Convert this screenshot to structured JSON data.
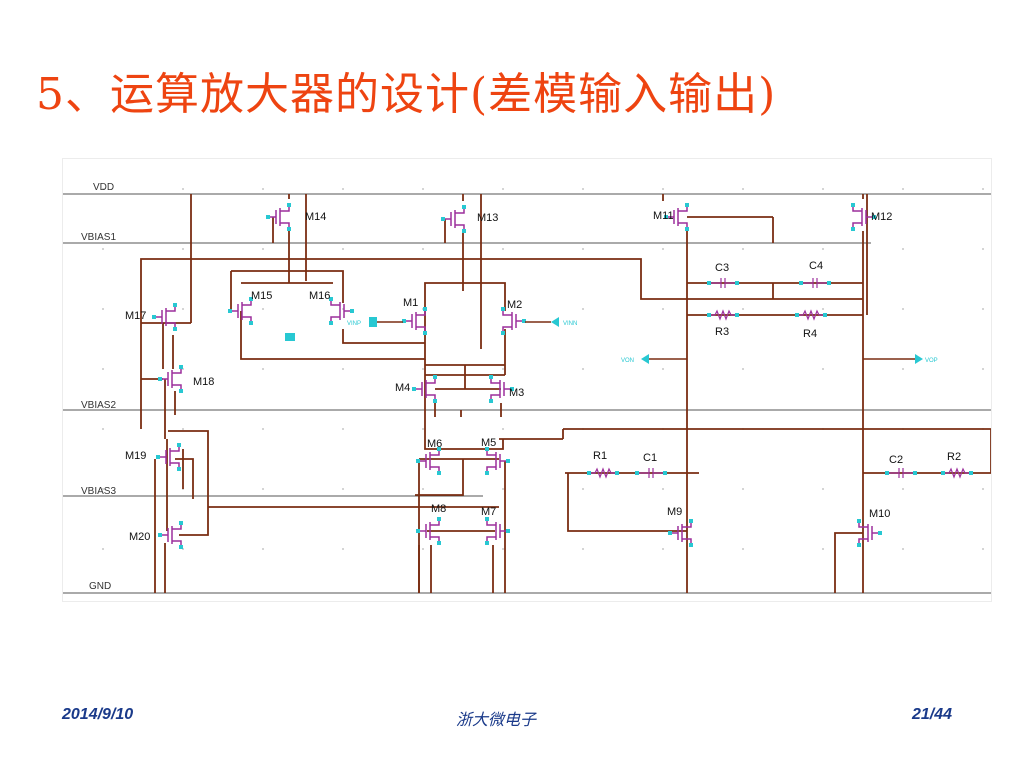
{
  "slide": {
    "title": "5、运算放大器的设计(差模输入输出)",
    "date": "2014/9/10",
    "org": "浙大微电子",
    "page": "21/44"
  },
  "schematic": {
    "rails": {
      "vdd": "VDD",
      "vbias1": "VBIAS1",
      "vbias2": "VBIAS2",
      "vbias3": "VBIAS3",
      "gnd": "GND"
    },
    "transistors": [
      "M1",
      "M2",
      "M3",
      "M4",
      "M5",
      "M6",
      "M7",
      "M8",
      "M9",
      "M10",
      "M11",
      "M12",
      "M13",
      "M14",
      "M15",
      "M16",
      "M17",
      "M18",
      "M19",
      "M20"
    ],
    "capacitors": [
      "C1",
      "C2",
      "C3",
      "C4"
    ],
    "resistors": [
      "R1",
      "R2",
      "R3",
      "R4"
    ],
    "pins": {
      "vinp": "VINP",
      "vinn": "VINN",
      "von": "VON",
      "vop": "VOP"
    },
    "colors": {
      "wire": "#7a2d12",
      "device": "#9c2f9c",
      "terminal": "#28c8d2",
      "accent": "#ee4411",
      "footer": "#1a3a8a"
    }
  }
}
